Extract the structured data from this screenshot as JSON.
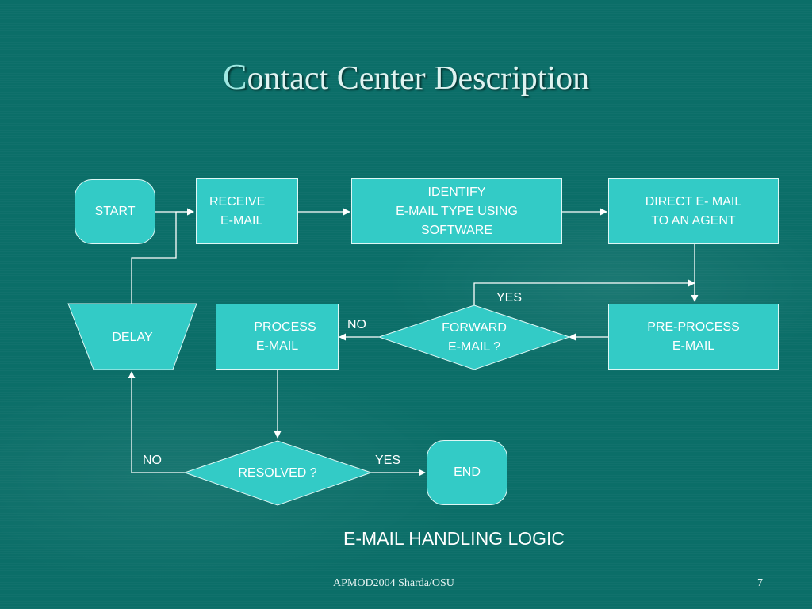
{
  "title": {
    "first_letter": "C",
    "rest": "ontact Center Description"
  },
  "nodes": {
    "start": "START",
    "receive": [
      "RECEIVE",
      "E-MAIL"
    ],
    "identify": [
      "IDENTIFY",
      "E-MAIL TYPE USING",
      "SOFTWARE"
    ],
    "direct": [
      "DIRECT E- MAIL",
      "TO AN AGENT"
    ],
    "delay": "DELAY",
    "process": [
      "PROCESS",
      "E-MAIL"
    ],
    "forward": [
      "FORWARD",
      "E-MAIL ?"
    ],
    "preprocess": [
      "PRE-PROCESS",
      "E-MAIL"
    ],
    "resolved": "RESOLVED ?",
    "end": "END"
  },
  "edges": {
    "forward_yes": "YES",
    "forward_no": "NO",
    "resolved_no": "NO",
    "resolved_yes": "YES"
  },
  "caption": "E-MAIL HANDLING LOGIC",
  "footer": {
    "left": "APMOD2004  Sharda/OSU",
    "page": "7"
  },
  "colors": {
    "background": "#0b6e68",
    "node_fill": "#33cbc6",
    "line": "#ffffff"
  }
}
